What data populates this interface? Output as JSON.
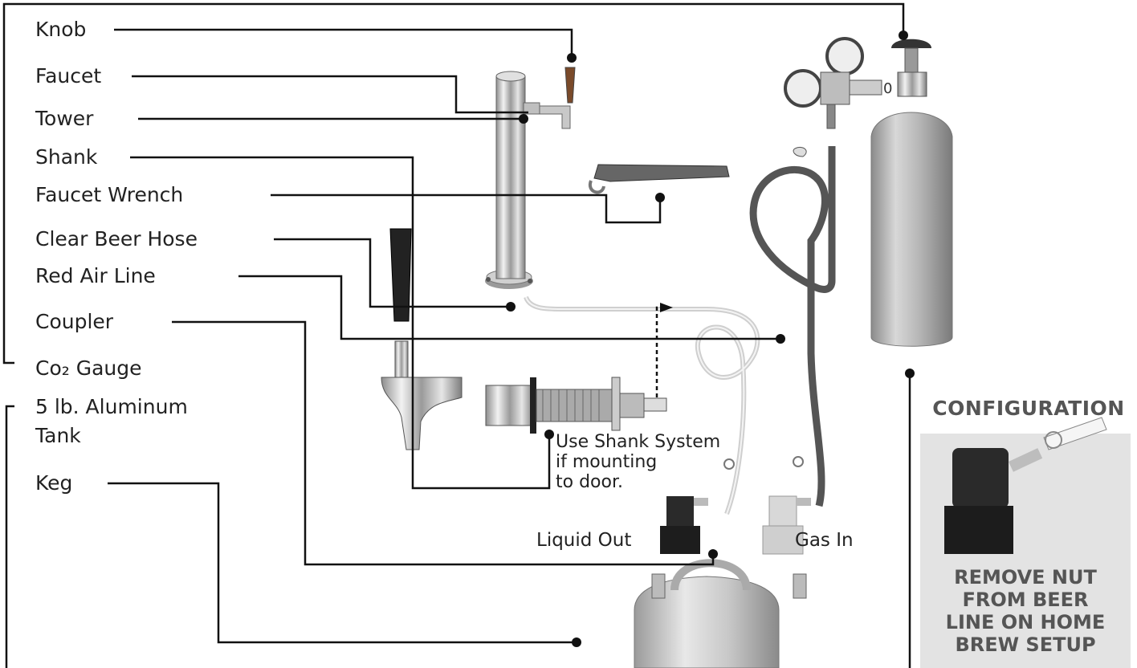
{
  "labels": {
    "knob": "Knob",
    "faucet": "Faucet",
    "tower": "Tower",
    "shank": "Shank",
    "faucet_wrench": "Faucet Wrench",
    "clear_beer_hose": "Clear Beer Hose",
    "red_air_line": "Red Air Line",
    "coupler": "Coupler",
    "co2_gauge": "Co₂ Gauge",
    "aluminum_tank_line1": "5 lb. Aluminum",
    "aluminum_tank_line2": "Tank",
    "keg": "Keg"
  },
  "shank_note": [
    "Use Shank System",
    "if mounting",
    "to door."
  ],
  "coupler_labels": {
    "liquid_out": "Liquid Out",
    "gas_in": "Gas In"
  },
  "configuration": {
    "title": "CONFIGURATION",
    "text_lines": [
      "REMOVE NUT",
      "FROM BEER",
      "LINE ON HOME",
      "BREW SETUP"
    ]
  },
  "colors": {
    "leader_line": "#111111",
    "chrome": "#c8c8c8",
    "tank": "#b9b9b9",
    "config_bg": "#e3e3e3",
    "config_text": "#555555"
  }
}
